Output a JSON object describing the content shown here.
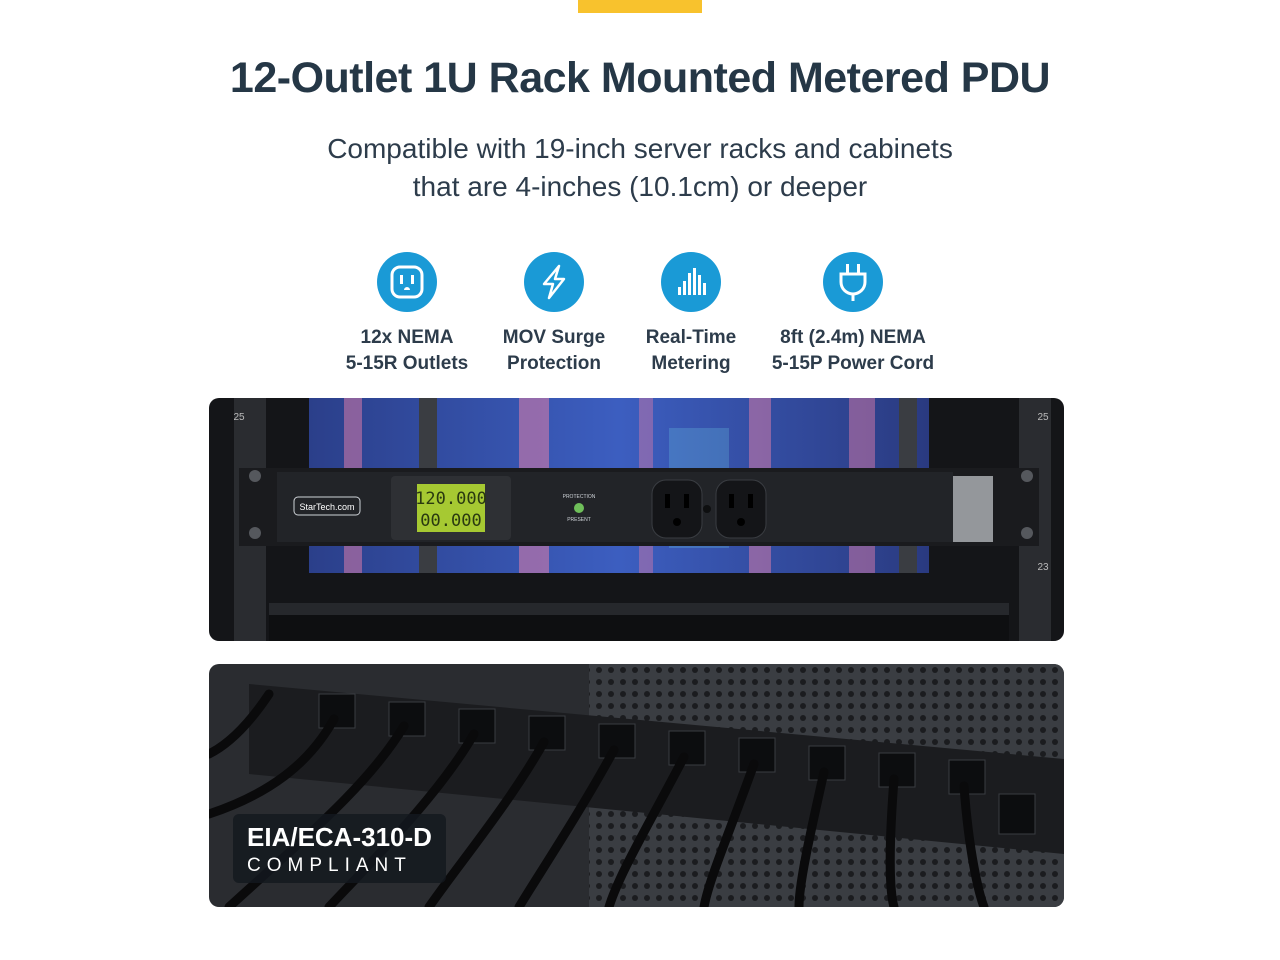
{
  "header": {
    "title": "12-Outlet 1U Rack Mounted Metered PDU",
    "subtitle_line1": "Compatible with 19-inch server racks and cabinets",
    "subtitle_line2": "that are 4-inches (10.1cm) or deeper"
  },
  "features": [
    {
      "icon": "outlet-icon",
      "line1": "12x NEMA",
      "line2": "5-15R Outlets"
    },
    {
      "icon": "lightning-bolt-icon",
      "line1": "MOV Surge",
      "line2": "Protection"
    },
    {
      "icon": "signal-bars-icon",
      "line1": "Real-Time",
      "line2": "Metering"
    },
    {
      "icon": "power-plug-icon",
      "line1": "8ft (2.4m) NEMA",
      "line2": "5-15P Power Cord"
    }
  ],
  "photo1": {
    "brand": "StarTech.com",
    "display_line1": "120.000",
    "display_line2": "00.000",
    "led_label_top": "PROTECTION",
    "led_label_bottom": "PRESENT",
    "rack_unit_left": "25",
    "rack_unit_right": "25",
    "rack_unit_right_lower": "23"
  },
  "photo2": {
    "badge_title": "EIA/ECA-310-D",
    "badge_sub": "COMPLIANT"
  },
  "colors": {
    "accent": "#f8c22d",
    "icon_blue": "#1a9ad6",
    "title": "#253746"
  }
}
